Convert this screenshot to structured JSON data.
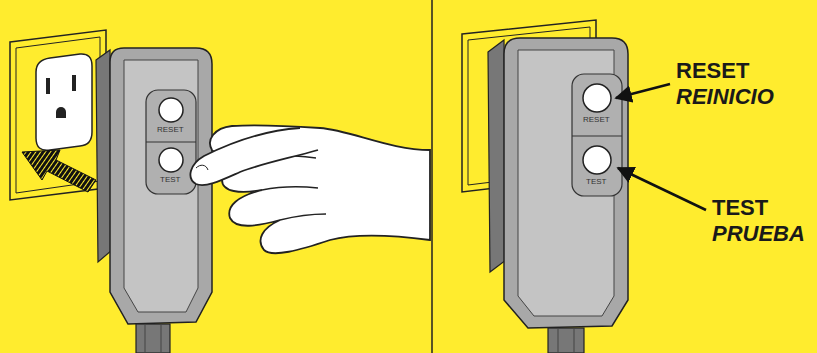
{
  "diagram": {
    "labels": [
      "RESET",
      "TEST",
      "RESET",
      "TEST",
      "RESET",
      "REINICIO",
      "TEST",
      "PRUEBA"
    ]
  }
}
